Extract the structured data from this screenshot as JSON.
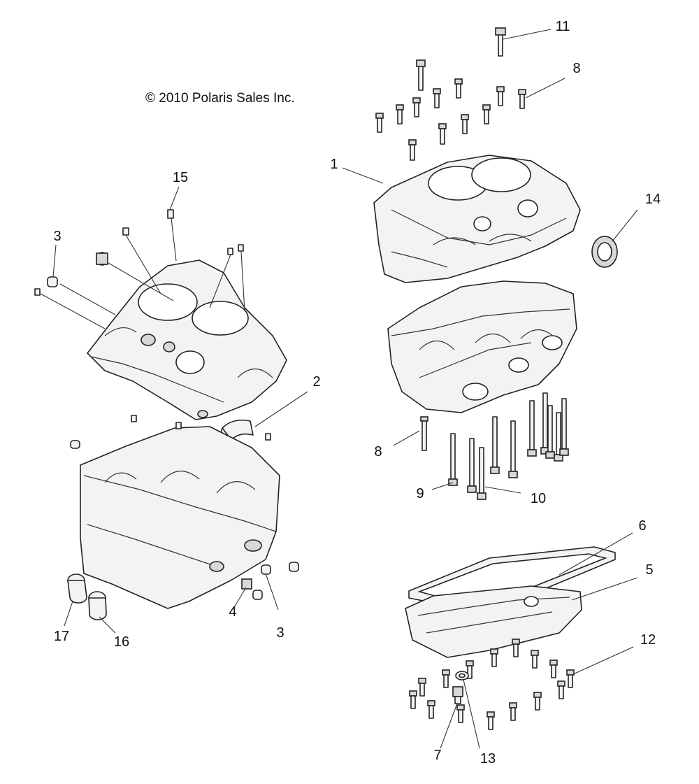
{
  "copyright": "© 2010 Polaris Sales Inc.",
  "callouts": [
    {
      "id": "c11",
      "label": "11"
    },
    {
      "id": "c8a",
      "label": "8"
    },
    {
      "id": "c1",
      "label": "1"
    },
    {
      "id": "c14",
      "label": "14"
    },
    {
      "id": "c15",
      "label": "15"
    },
    {
      "id": "c3a",
      "label": "3"
    },
    {
      "id": "c2",
      "label": "2"
    },
    {
      "id": "c8b",
      "label": "8"
    },
    {
      "id": "c9",
      "label": "9"
    },
    {
      "id": "c10",
      "label": "10"
    },
    {
      "id": "c6",
      "label": "6"
    },
    {
      "id": "c5",
      "label": "5"
    },
    {
      "id": "c17",
      "label": "17"
    },
    {
      "id": "c16",
      "label": "16"
    },
    {
      "id": "c4",
      "label": "4"
    },
    {
      "id": "c3b",
      "label": "3"
    },
    {
      "id": "c12",
      "label": "12"
    },
    {
      "id": "c7",
      "label": "7"
    },
    {
      "id": "c13",
      "label": "13"
    }
  ]
}
